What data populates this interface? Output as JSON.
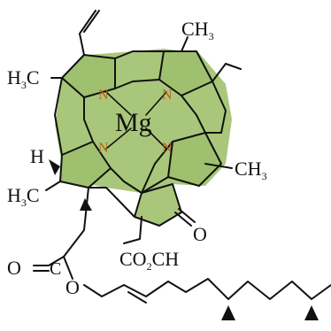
{
  "molecule": {
    "center_atom": "Mg",
    "nitrogen": "N",
    "groups": {
      "h3c_top_left": {
        "main": "H",
        "sub": "3",
        "tail": "C"
      },
      "ch3_top_right": {
        "main": "CH",
        "sub": "3"
      },
      "ch3_right": {
        "main": "CH",
        "sub": "3"
      },
      "h_left": "H",
      "h3c_lower_left": {
        "main": "H",
        "sub": "3",
        "tail": "C"
      },
      "ketone_o": "O",
      "ester_o_carbonyl": "O",
      "ester_carbonyl_c": "C",
      "ester_o_link": "O",
      "co2ch": {
        "main": "CO",
        "sub": "2",
        "tail": "CH"
      }
    }
  },
  "colors": {
    "ring_fill": "#a9c77a",
    "ring_fill_dark": "#7fa75a",
    "nitrogen": "#b5651d",
    "bond": "#111111"
  }
}
